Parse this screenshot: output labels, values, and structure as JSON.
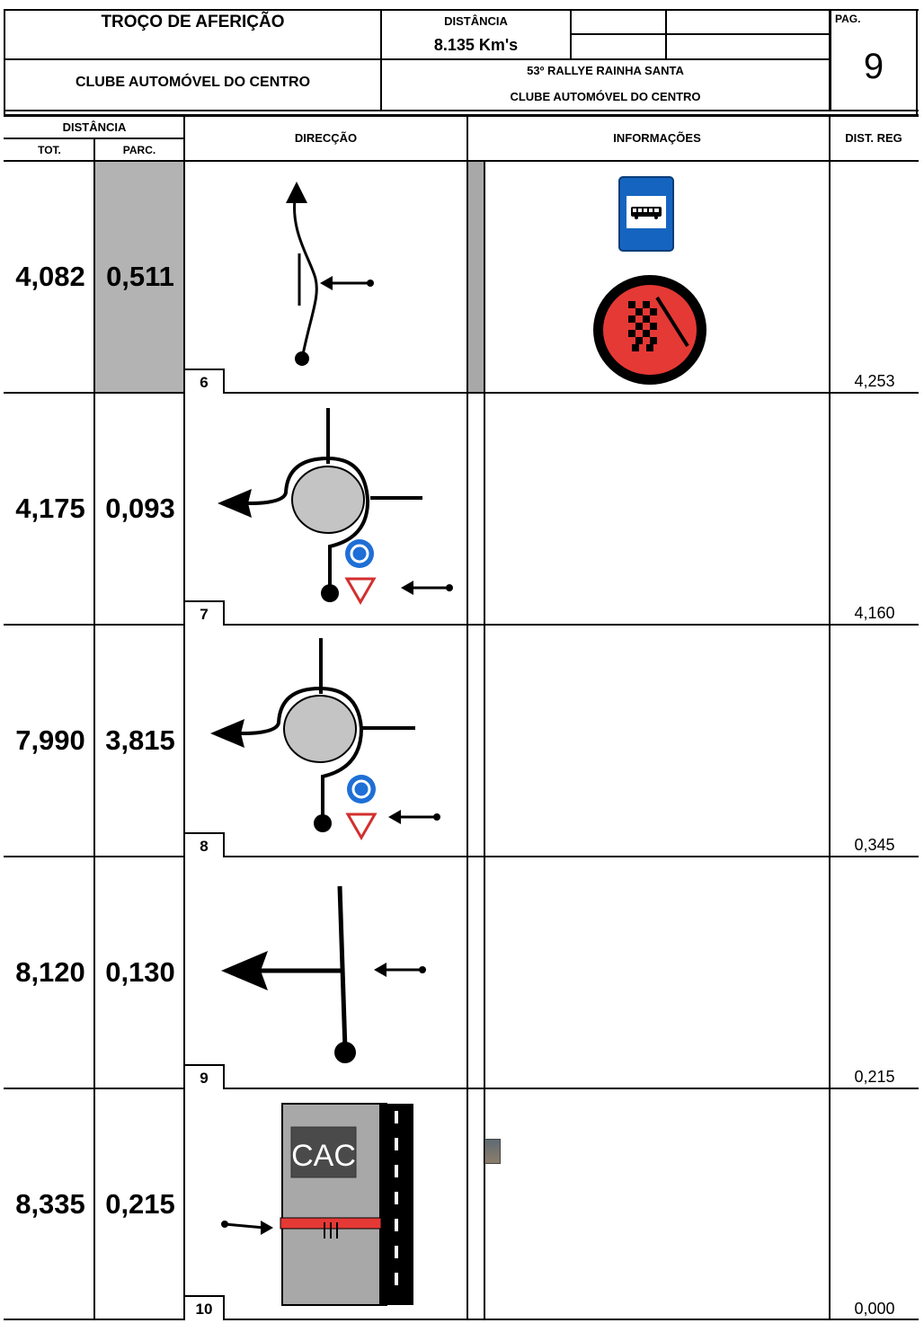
{
  "header": {
    "title": "TROÇO DE AFERIÇÃO",
    "club": "CLUBE AUTOMÓVEL DO CENTRO",
    "distance_label": "DISTÂNCIA",
    "distance_value": "8.135 Km's",
    "rally_name": "53º RALLYE RAINHA SANTA",
    "rally_club": "CLUBE AUTOMÓVEL DO CENTRO",
    "page_label": "PAG.",
    "page_number": "9"
  },
  "columns": {
    "distance": "DISTÂNCIA",
    "total": "TOT.",
    "partial": "PARC.",
    "direction": "DIRECÇÃO",
    "info": "INFORMAÇÕES",
    "dist_reg": "DIST. REG"
  },
  "rows": [
    {
      "tot": "4,082",
      "parc": "0,511",
      "index": "6",
      "dist_reg": "4,253"
    },
    {
      "tot": "4,175",
      "parc": "0,093",
      "index": "7",
      "dist_reg": "4,160"
    },
    {
      "tot": "7,990",
      "parc": "3,815",
      "index": "8",
      "dist_reg": "0,345"
    },
    {
      "tot": "8,120",
      "parc": "0,130",
      "index": "9",
      "dist_reg": "0,215"
    },
    {
      "tot": "8,335",
      "parc": "0,215",
      "index": "10",
      "dist_reg": "0,000"
    }
  ],
  "cac_label": "CAC",
  "colors": {
    "grey_fill": "#b3b3b3",
    "bus_sign_blue": "#1565c0",
    "red": "#e53935",
    "roundabout_blue": "#1e6fd6",
    "zone_grey": "#a8a8a8"
  },
  "icons": [
    "bus-stop-sign-icon",
    "checkered-flag-sign-icon",
    "roundabout-sign-icon",
    "yield-sign-icon"
  ]
}
